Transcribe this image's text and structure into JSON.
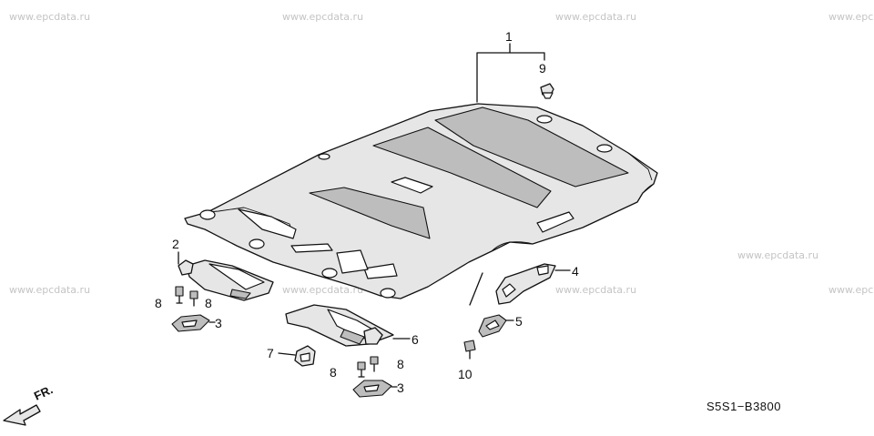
{
  "watermark": "www.epcdata.ru",
  "watermark_partial": "www.epc",
  "diagram_code": "S5S1−B3800",
  "front_label": "FR.",
  "callouts": {
    "c1": "1",
    "c2": "2",
    "c3a": "3",
    "c3b": "3",
    "c4": "4",
    "c5": "5",
    "c6": "6",
    "c7": "7",
    "c8a": "8",
    "c8b": "8",
    "c8c": "8",
    "c8d": "8",
    "c9": "9",
    "c10": "10"
  }
}
